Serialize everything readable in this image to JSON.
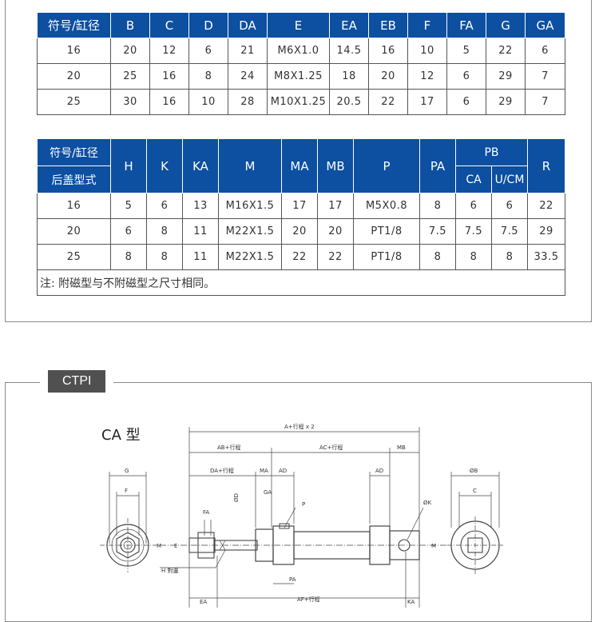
{
  "table1": {
    "headers": [
      "符号/缸径",
      "B",
      "C",
      "D",
      "DA",
      "E",
      "EA",
      "EB",
      "F",
      "FA",
      "G",
      "GA"
    ],
    "rows": [
      [
        "16",
        "20",
        "12",
        "6",
        "21",
        "M6X1.0",
        "14.5",
        "16",
        "10",
        "5",
        "22",
        "6"
      ],
      [
        "20",
        "25",
        "16",
        "8",
        "24",
        "M8X1.25",
        "18",
        "20",
        "12",
        "6",
        "29",
        "7"
      ],
      [
        "25",
        "30",
        "16",
        "10",
        "28",
        "M10X1.25",
        "20.5",
        "22",
        "17",
        "6",
        "29",
        "7"
      ]
    ]
  },
  "table2": {
    "header_top": "符号/缸径",
    "header_bottom": "后盖型式",
    "headers": [
      "H",
      "K",
      "KA",
      "M",
      "MA",
      "MB",
      "P",
      "PA"
    ],
    "pb": "PB",
    "pb_sub": [
      "CA",
      "U/CM"
    ],
    "r": "R",
    "rows": [
      [
        "16",
        "5",
        "6",
        "13",
        "M16X1.5",
        "17",
        "17",
        "M5X0.8",
        "8",
        "6",
        "6",
        "22"
      ],
      [
        "20",
        "6",
        "8",
        "11",
        "M22X1.5",
        "20",
        "20",
        "PT1/8",
        "7.5",
        "7.5",
        "7.5",
        "29"
      ],
      [
        "25",
        "8",
        "8",
        "11",
        "M22X1.5",
        "22",
        "22",
        "PT1/8",
        "8",
        "8",
        "8",
        "33.5"
      ]
    ],
    "note": "注:  附磁型与不附磁型之尺寸相同。"
  },
  "section": {
    "tag": "CTPI",
    "title": "CA 型"
  },
  "drawing": {
    "dims": {
      "a_stroke2": "A+行程 x 2",
      "ab_stroke": "AB+行程",
      "ac_stroke": "AC+行程",
      "mb": "MB",
      "da_stroke": "DA+行程",
      "ma": "MA",
      "ad_left": "AD",
      "ad_right": "AD",
      "g": "G",
      "f": "F",
      "phi_b": "ØB",
      "c": "C",
      "phi_d": "ØD",
      "ga": "GA",
      "p": "P",
      "phi_k": "ØK",
      "fa": "FA",
      "m_left": "M",
      "e": "E",
      "m_right": "M",
      "h": "H 對邊",
      "pa": "PA",
      "ea": "EA",
      "af_stroke": "AF+行程",
      "ka": "KA"
    }
  }
}
